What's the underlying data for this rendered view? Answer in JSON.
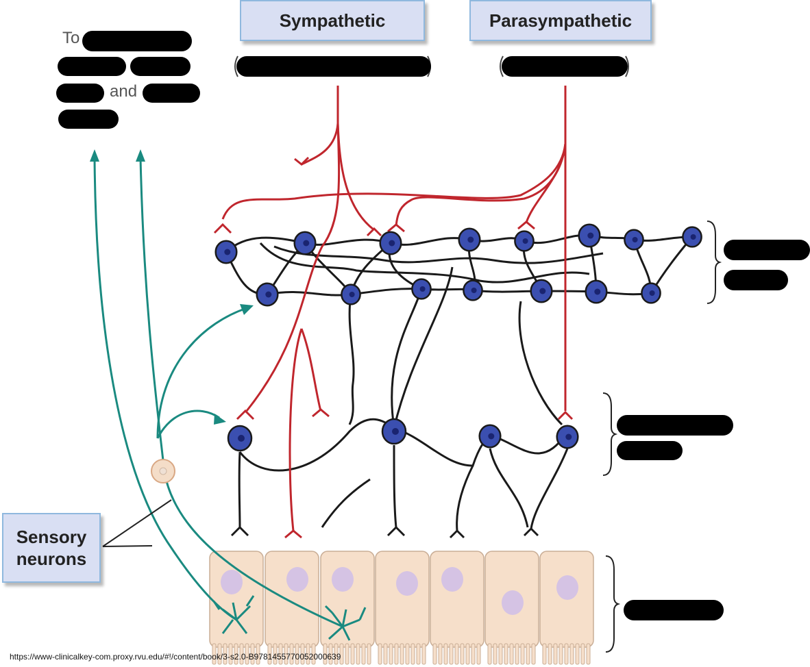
{
  "labels": {
    "sympathetic": "Sympathetic",
    "parasympathetic": "Parasympathetic",
    "sensory_neurons": "Sensory\nneurons",
    "to_prefix": "To",
    "and_fragment": "and"
  },
  "source_url": "https://www-clinicalkey-com.proxy.rvu.edu/#!/content/book/3-s2.0-B9781455770052000639",
  "colors": {
    "sympathetic_fiber": "#c0262d",
    "sensory_fiber": "#1a8a80",
    "enteric_fiber": "#1a1a1a",
    "neuron_fill": "#3b4fb0",
    "neuron_nucleus": "#1a2470",
    "epithelium_fill": "#f6dfca",
    "epithelium_nucleus": "#d5c3e4",
    "label_box_fill": "#d9dff3",
    "label_box_border": "#8fb8de",
    "redaction": "#000000"
  },
  "icons": [
    "neuron-icon",
    "sensory-cell-body-icon",
    "arrow-icon",
    "bracket-icon"
  ]
}
